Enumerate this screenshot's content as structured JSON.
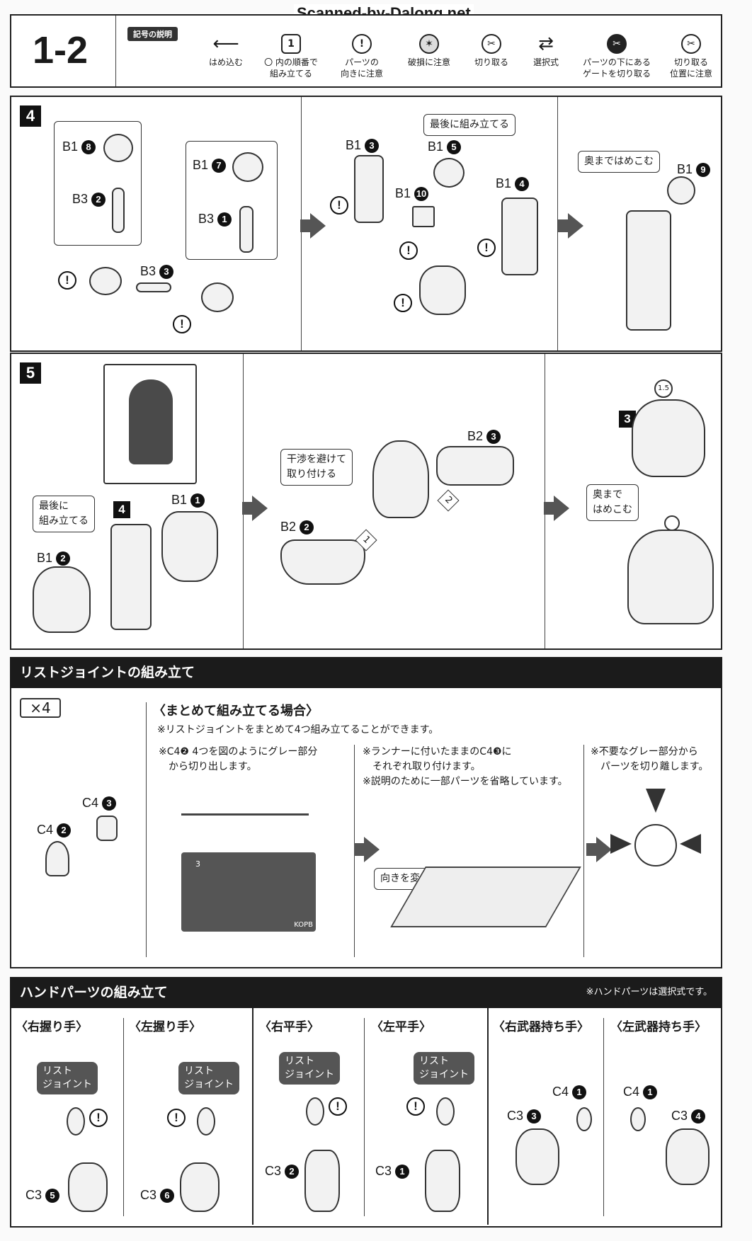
{
  "watermark": "Scanned-by-Dalong.net",
  "page_id": "1-2",
  "legend": {
    "title": "記号の説明",
    "items": [
      {
        "icon": "insert-arrow-icon",
        "label": "はめ込む"
      },
      {
        "icon": "order-circle-icon",
        "symbol": "1",
        "label": "〇 内の順番で\n組み立てる"
      },
      {
        "icon": "orientation-warning-icon",
        "symbol": "!",
        "label": "パーツの\n向きに注意"
      },
      {
        "icon": "breakage-warning-icon",
        "label": "破損に注意"
      },
      {
        "icon": "cut-icon",
        "label": "切り取る"
      },
      {
        "icon": "choice-arrows-icon",
        "label": "選択式"
      },
      {
        "icon": "under-gate-cut-icon",
        "label": "パーツの下にある\nゲートを切り取る"
      },
      {
        "icon": "cut-position-icon",
        "label": "切り取る\n位置に注意"
      }
    ]
  },
  "step4": {
    "number": "4",
    "panel1": {
      "top_left": {
        "part": "B1",
        "num": "8"
      },
      "top_left_lower": {
        "part": "B3",
        "num": "2"
      },
      "top_right": {
        "part": "B1",
        "num": "7"
      },
      "top_right_lower": {
        "part": "B3",
        "num": "1"
      },
      "connector": {
        "part": "B3",
        "num": "3"
      }
    },
    "panel2": {
      "callout": "最後に組み立てる",
      "labels": [
        {
          "part": "B1",
          "num": "3"
        },
        {
          "part": "B1",
          "num": "5"
        },
        {
          "part": "B1",
          "num": "4"
        },
        {
          "part": "B1",
          "num": "10"
        }
      ]
    },
    "panel3": {
      "callout": "奥まではめこむ",
      "label": {
        "part": "B1",
        "num": "9"
      }
    }
  },
  "step5": {
    "number": "5",
    "panel1": {
      "callout": "最後に\n組み立てる",
      "substep": "4",
      "labels": [
        {
          "part": "B1",
          "num": "1"
        },
        {
          "part": "B1",
          "num": "2"
        }
      ]
    },
    "panel2": {
      "callout": "干渉を避けて\n取り付ける",
      "order1": "1",
      "order2": "2",
      "labels": [
        {
          "part": "B2",
          "num": "3"
        },
        {
          "part": "B2",
          "num": "2"
        }
      ]
    },
    "panel3": {
      "substep": "3",
      "callout": "奥まで\nはめこむ",
      "head_label": "1.5"
    }
  },
  "wrist": {
    "title": "リストジョイントの組み立て",
    "multiplier": "×4",
    "parts": [
      {
        "part": "C4",
        "num": "3"
      },
      {
        "part": "C4",
        "num": "2"
      }
    ],
    "batch_title": "〈まとめて組み立てる場合〉",
    "batch_note": "※リストジョイントをまとめて4つ組み立てることができます。",
    "step_a": "※C4❷ 4つを図のようにグレー部分\n　から切り出します。",
    "step_b": "※ランナーに付いたままのC4❸に\n　それぞれ取り付けます。\n※説明のために一部パーツを省略しています。",
    "step_b_callout": "向きを変える",
    "step_c": "※不要なグレー部分から\n　パーツを切り離します。",
    "runner_mark": "3",
    "runner_code": "KOPB"
  },
  "hands": {
    "title": "ハンドパーツの組み立て",
    "note": "※ハンドパーツは選択式です。",
    "wrist_label": "リスト\nジョイント",
    "columns": [
      {
        "title": "〈右握り手〉",
        "part": "C3",
        "num": "5"
      },
      {
        "title": "〈左握り手〉",
        "part": "C3",
        "num": "6"
      },
      {
        "title": "〈右平手〉",
        "part": "C3",
        "num": "2"
      },
      {
        "title": "〈左平手〉",
        "part": "C3",
        "num": "1"
      },
      {
        "title": "〈右武器持ち手〉",
        "part": "C3",
        "num": "3",
        "part2": "C4",
        "num2": "1"
      },
      {
        "title": "〈左武器持ち手〉",
        "part": "C3",
        "num": "4",
        "part2": "C4",
        "num2": "1"
      }
    ]
  }
}
